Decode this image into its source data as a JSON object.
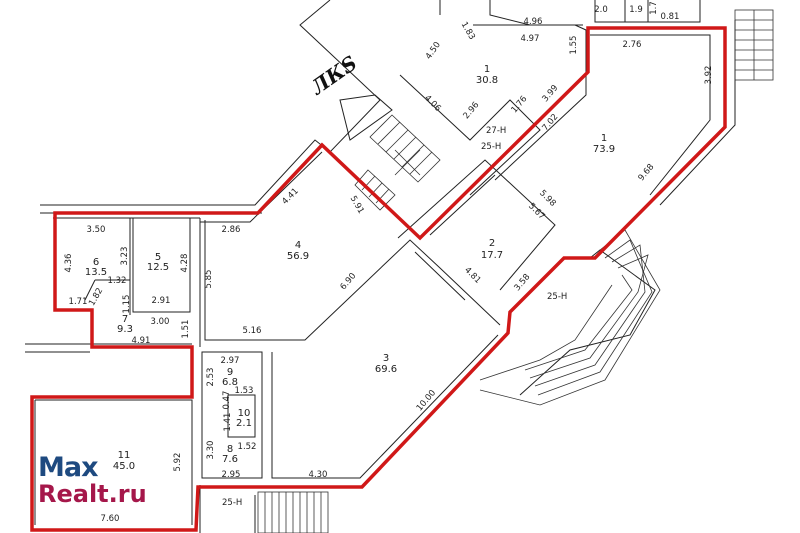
{
  "handwritten_label": "ЛКЅ",
  "logo": {
    "line1": "Max",
    "line2": "Realt.ru"
  },
  "rooms": [
    {
      "num": "1",
      "area": "30.8"
    },
    {
      "num": "1",
      "area": "73.9"
    },
    {
      "num": "2",
      "area": "17.7"
    },
    {
      "num": "3",
      "area": "69.6"
    },
    {
      "num": "4",
      "area": "56.9"
    },
    {
      "num": "5",
      "area": "12.5"
    },
    {
      "num": "6",
      "area": "13.5"
    },
    {
      "num": "7",
      "area": "9.3"
    },
    {
      "num": "8",
      "area": "7.6"
    },
    {
      "num": "9",
      "area": "6.8"
    },
    {
      "num": "10",
      "area": "2.1"
    },
    {
      "num": "11",
      "area": "45.0"
    }
  ],
  "top_rooms": [
    "2.0",
    "1.9",
    "1.7",
    "0.81"
  ],
  "marks": [
    "27-Н",
    "25-Н",
    "25-Н",
    "25-Н"
  ],
  "dims": [
    "4.96",
    "4.97",
    "1.83",
    "4.50",
    "1.55",
    "2.76",
    "3.92",
    "3.99",
    "1.76",
    "2.96",
    "4.06",
    "7.02",
    "9.68",
    "5.98",
    "5.67",
    "4.81",
    "3.58",
    "4.41",
    "5.91",
    "2.86",
    "5.85",
    "6.90",
    "5.16",
    "3.50",
    "3.23",
    "4.36",
    "4.28",
    "1.32",
    "1.82",
    "1.71",
    "1.15",
    "2.91",
    "3.00",
    "1.51",
    "4.91",
    "2.97",
    "2.53",
    "1.53",
    "0.47",
    "1.41",
    "3.30",
    "1.52",
    "2.95",
    "4.30",
    "10.00",
    "5.92",
    "7.60"
  ],
  "colors": {
    "outline": "#d01818",
    "logo_max": "#1e4a80",
    "logo_realt": "#a5174a"
  }
}
